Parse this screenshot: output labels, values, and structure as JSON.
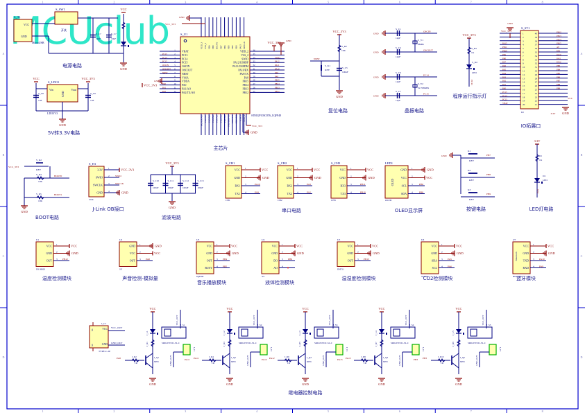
{
  "watermark": "MCUclub",
  "frame": {
    "columns": [
      "1",
      "2",
      "3",
      "4",
      "5",
      "6",
      "7",
      "8"
    ],
    "rows": [
      "A",
      "B",
      "C",
      "D"
    ]
  },
  "colors": {
    "border": "#0000cc",
    "wire": "#000080",
    "power": "#8b0000",
    "component_fill": "#ffffb0",
    "component_stroke": "#8b0000",
    "connector_green": "#00b000",
    "label": "#00007a",
    "net_label": "#8b0000"
  },
  "blocks": {
    "power": {
      "title": "电源电路",
      "t1": {
        "ref": "S_T1",
        "pins": [
          "VCC",
          "GND"
        ],
        "part": "MicroUSB"
      },
      "sw": {
        "ref": "S_SW1",
        "label": "开关"
      },
      "caps": [
        {
          "ref": "S_C?",
          "value": "10uF"
        },
        {
          "ref": "S_C?",
          "value": "10uF"
        }
      ],
      "led": {
        "ref": "S_D1"
      },
      "nets": [
        "VCC",
        "GND"
      ]
    },
    "ldo": {
      "title": "5V转3.3V电路",
      "ref": "S_LDO1",
      "pins": [
        "Vin",
        "Vout",
        "GND"
      ],
      "part": "LDO3V3",
      "caps": [
        {
          "ref": "S_C8",
          "value": "1uF"
        },
        {
          "ref": "S_C9",
          "value": "1uF"
        }
      ],
      "nets": [
        "VCC",
        "VCC_3V3",
        "GND"
      ]
    },
    "mcu": {
      "title": "主芯片",
      "ref": "S_U1",
      "part": "STM32F103C8T6_LQFP48",
      "left_pins": [
        {
          "n": "1",
          "name": "VBAT",
          "net": ""
        },
        {
          "n": "2",
          "name": "PC13",
          "net": "PC13"
        },
        {
          "n": "3",
          "name": "PC14",
          "net": "PC14"
        },
        {
          "n": "4",
          "name": "PC15",
          "net": "PC15"
        },
        {
          "n": "5",
          "name": "OSCIN",
          "net": "OSCIN"
        },
        {
          "n": "6",
          "name": "OSCOUT",
          "net": "OSCOUT"
        },
        {
          "n": "7",
          "name": "NRST",
          "net": "NRST"
        },
        {
          "n": "8",
          "name": "VSSA",
          "net": "GND"
        },
        {
          "n": "9",
          "name": "VDDA",
          "net": "VCC_3V3"
        },
        {
          "n": "10",
          "name": "PA0",
          "net": "PA0"
        },
        {
          "n": "11",
          "name": "PA1/AO",
          "net": "PA1"
        },
        {
          "n": "12",
          "name": "PA2/TX/AO",
          "net": "PA2"
        }
      ],
      "right_pins": [
        {
          "n": "36",
          "name": "VDD_2",
          "net": "VCC_3V3"
        },
        {
          "n": "35",
          "name": "VSS_2",
          "net": "GND"
        },
        {
          "n": "34",
          "name": "SWIO",
          "net": "SWIO"
        },
        {
          "n": "33",
          "name": "PA12/USBDP",
          "net": "PA12"
        },
        {
          "n": "32",
          "name": "PA11/USBDM",
          "net": "PA11"
        },
        {
          "n": "31",
          "name": "PA10/RX",
          "net": "PA10"
        },
        {
          "n": "30",
          "name": "PA9/TX",
          "net": "PA9"
        },
        {
          "n": "29",
          "name": "PA8",
          "net": "PA8"
        },
        {
          "n": "28",
          "name": "PB15",
          "net": "PB15"
        },
        {
          "n": "27",
          "name": "PB14",
          "net": "PB14"
        },
        {
          "n": "26",
          "name": "PB13",
          "net": "PB13"
        },
        {
          "n": "25",
          "name": "PB12",
          "net": "PB12"
        }
      ],
      "top_pins": [
        "VDD_3",
        "VSS_3",
        "PB9",
        "PB8",
        "BOOT0",
        "PB7",
        "PB6",
        "PB5",
        "PB4",
        "PB3",
        "PA15",
        "SWCLK"
      ],
      "bottom_pins": [
        "PA3/RX/AO",
        "PA4/AO",
        "PA5/AO",
        "PA6/AO",
        "PA7/AO",
        "PB0/AO",
        "PB1/AO",
        "PB2/BOOT1",
        "PB10/TX",
        "PB11/RX",
        "VSS_1",
        "VDD_1"
      ],
      "power_nets": [
        "GND",
        "VCC_3V3"
      ]
    },
    "reset": {
      "title": "复位电路",
      "key": {
        "ref": "S_K1",
        "value": "KEY"
      },
      "res": {
        "ref": "S_R2",
        "value": "10K"
      },
      "cap": {
        "ref": "S_C5",
        "value": "100nF"
      },
      "nets": [
        "VCC_3V3",
        "NRST",
        "GND"
      ]
    },
    "crystal": {
      "title": "晶振电路",
      "caps": [
        {
          "ref": "S_C1",
          "value": "12pF"
        },
        {
          "ref": "S_C4",
          "value": "12pF"
        },
        {
          "ref": "S_C6",
          "value": "12pF"
        },
        {
          "ref": "S_C7",
          "value": "12pF"
        }
      ],
      "crystals": [
        {
          "ref": "S_Y1",
          "value": "8MHz"
        },
        {
          "ref": "S_Y2",
          "value": "32.768KHz"
        }
      ],
      "nets": [
        "OSCIN",
        "OSCOUT",
        "PC14",
        "PC15",
        "GND"
      ]
    },
    "run_led": {
      "title": "程序运行指示灯",
      "res": {
        "ref": "S_R3",
        "value": "1K"
      },
      "led": {
        "ref": "S_D2",
        "value": "LED"
      },
      "nets": [
        "VCC_3V3",
        "PC13"
      ]
    },
    "io": {
      "title": "IO拓展口",
      "ref": "S_ST1",
      "part": "IO",
      "left_nets": [
        "VCC_3V3",
        "",
        "",
        "PA15",
        "PB11",
        "PB10",
        "PB1",
        "PB0",
        "PA7",
        "PA6",
        "PA5",
        "PA4",
        "PA3",
        "PA2",
        "PA1",
        "PA0",
        "PC15",
        "PC14",
        "PC13",
        "VBAT"
      ],
      "right_nets": [
        "PB12",
        "PB13",
        "PB14",
        "PB15",
        "A8",
        "PA9",
        "PA10",
        "PA11",
        "PA12",
        "PB3",
        "PB4",
        "PB5",
        "PB6",
        "PB7",
        "PB8",
        "PB9",
        "",
        "VCC",
        "GND",
        "3.3V"
      ],
      "power_nets": [
        "GND",
        "VCC",
        "GND",
        "3.3V"
      ]
    },
    "boot": {
      "title": "BOOT电路",
      "key": {
        "ref": "S_K2",
        "value": "KEY"
      },
      "r4": {
        "ref": "S_R4",
        "value": "10K"
      },
      "r5": {
        "ref": "S_R5",
        "value": "10K"
      },
      "nets": [
        "VCC_3V3",
        "BOOT0",
        "BOOT1",
        "GND"
      ]
    },
    "jlink": {
      "title": "J-Link OB接口",
      "ref": "S_H1",
      "part": "Link",
      "pins": [
        {
          "n": "1",
          "name": "3.3V",
          "net": "VCC_3V3"
        },
        {
          "n": "2",
          "name": "SWIO",
          "net": "SWIO"
        },
        {
          "n": "3",
          "name": "SWCLK",
          "net": "SWCLK"
        },
        {
          "n": "4",
          "name": "GND",
          "net": "GND"
        }
      ]
    },
    "filter": {
      "title": "滤波电路",
      "caps": [
        {
          "ref": "S_C10",
          "value": "100nF"
        },
        {
          "ref": "S_C11",
          "value": "100nF"
        },
        {
          "ref": "S_C12",
          "value": "100nF"
        },
        {
          "ref": "S_C13",
          "value": "100nF"
        }
      ],
      "nets": [
        "VCC_3V3",
        "GND"
      ]
    },
    "serial": {
      "title": "串口电路",
      "ports": [
        {
          "ref": "S_CH1",
          "part": "CH1",
          "pins": [
            {
              "n": "1",
              "name": "VCC",
              "net": "VCC"
            },
            {
              "n": "2",
              "name": "GND",
              "net": "GND"
            },
            {
              "n": "3",
              "name": "RX1",
              "net": "PA10"
            },
            {
              "n": "4",
              "name": "TX1",
              "net": "PA9"
            }
          ]
        },
        {
          "ref": "S_CH2",
          "part": "CH2",
          "pins": [
            {
              "n": "1",
              "name": "VCC",
              "net": "VCC"
            },
            {
              "n": "2",
              "name": "GND",
              "net": "GND"
            },
            {
              "n": "3",
              "name": "RX2",
              "net": "PA3"
            },
            {
              "n": "4",
              "name": "TX2",
              "net": "PA2"
            }
          ]
        },
        {
          "ref": "S_CH3",
          "part": "CH3",
          "pins": [
            {
              "n": "1",
              "name": "VCC",
              "net": "VCC"
            },
            {
              "n": "2",
              "name": "GND",
              "net": "GND"
            },
            {
              "n": "3",
              "name": "RX3",
              "net": "PB11"
            },
            {
              "n": "4",
              "name": "TX3",
              "net": "PB10"
            }
          ]
        }
      ]
    },
    "oled": {
      "title": "OLED显示屏",
      "ref": "LED1",
      "part": "OLED",
      "inner": "OLED",
      "pins": [
        {
          "n": "1",
          "name": "GND",
          "net": "GND"
        },
        {
          "n": "2",
          "name": "VCC",
          "net": "VCC"
        },
        {
          "n": "3",
          "name": "SCL",
          "net": "PB6"
        },
        {
          "n": "4",
          "name": "SDA",
          "net": "PB8"
        }
      ]
    },
    "keys": {
      "title": "按键电路",
      "keys": [
        {
          "ref": "K1",
          "value": "KEY",
          "net": "PB7"
        },
        {
          "ref": "K2",
          "value": "KEY",
          "net": "PB8"
        },
        {
          "ref": "K3",
          "value": "KEY",
          "net": "PB9"
        }
      ],
      "gnd": "GND"
    },
    "led_light": {
      "title": "LED灯电路",
      "res": {
        "ref": "R1",
        "value": "1K"
      },
      "led": {
        "ref": "D1",
        "value": "LED"
      },
      "nets": [
        "3.3V",
        "PA4"
      ]
    },
    "modules": [
      {
        "title": "温度检测模块",
        "ref": "U1",
        "part": "DS18B20",
        "pins": [
          {
            "n": "1",
            "name": "VCC",
            "net": "VCC"
          },
          {
            "n": "2",
            "name": "GND",
            "net": "GND"
          },
          {
            "n": "3",
            "name": "OUT",
            "net": "PB12"
          }
        ]
      },
      {
        "title": "声音检测-模拟量",
        "ref": "U2",
        "part": "SY",
        "pins": [
          {
            "n": "1",
            "name": "GND",
            "net": "GND"
          },
          {
            "n": "2",
            "name": "VCC",
            "net": "VCC"
          },
          {
            "n": "3",
            "name": "OUT",
            "net": "PA8"
          }
        ]
      },
      {
        "title": "音乐播放模块",
        "ref": "U3",
        "part": "JQ6500",
        "pins": [
          {
            "n": "1",
            "name": "VCC",
            "net": "VCC"
          },
          {
            "n": "2",
            "name": "GND",
            "net": "GND"
          },
          {
            "n": "3",
            "name": "OUT",
            "net": "PB4"
          },
          {
            "n": "4",
            "name": "BUSY",
            "net": "PB5"
          }
        ]
      },
      {
        "title": "液体检测模块",
        "ref": "U4",
        "part": "YS",
        "pins": [
          {
            "n": "1",
            "name": "VCC",
            "net": "VCC"
          },
          {
            "n": "2",
            "name": "GND",
            "net": "GND"
          },
          {
            "n": "3",
            "name": "DO",
            "net": "PB6"
          },
          {
            "n": "4",
            "name": "AO",
            "net": ""
          }
        ]
      },
      {
        "title": "温湿度检测模块",
        "ref": "U5",
        "part": "DHT11",
        "pins": [
          {
            "n": "1",
            "name": "VCC",
            "net": "VCC"
          },
          {
            "n": "2",
            "name": "GND",
            "net": "GND"
          },
          {
            "n": "3",
            "name": "OUT",
            "net": "PB13"
          }
        ]
      },
      {
        "title": "CO2检测模块",
        "ref": "U6",
        "part": "SGP30",
        "pins": [
          {
            "n": "1",
            "name": "VCC",
            "net": "VCC"
          },
          {
            "n": "2",
            "name": "GND",
            "net": "GND"
          },
          {
            "n": "3",
            "name": "SDA",
            "net": "PA5"
          },
          {
            "n": "4",
            "name": "SCL",
            "net": "PA6"
          }
        ]
      },
      {
        "title": "蓝牙模块",
        "ref": "U7",
        "part": "Bluetooth",
        "inner": "Bluetooth",
        "pins": [
          {
            "n": "1",
            "name": "VCC",
            "net": "VCC"
          },
          {
            "n": "2",
            "name": "GND",
            "net": "GND"
          },
          {
            "n": "3",
            "name": "TXD",
            "net": "PA10"
          },
          {
            "n": "4",
            "name": "RXD",
            "net": "PA9"
          }
        ]
      }
    ],
    "typec": {
      "ref": "J_C1",
      "part": "TYPE-C-2P",
      "pins": [
        "VCC",
        "GND"
      ],
      "nc": [
        "NC",
        "NC"
      ],
      "nets": [
        "VCC_OUT",
        "GND_OUT"
      ]
    },
    "relays": {
      "title": "继电器控制电路",
      "channels": [
        {
          "led": "J_L1",
          "res_led": "J_R1",
          "relay": "J_S1",
          "relay_part": "SRD-05VDC-SL-C",
          "conn": "J_T1",
          "res_base": "J_R2",
          "res_value": "1K",
          "q": "J_Q1",
          "q_type": "NPN",
          "in": "PA8",
          "out_net": "PA11"
        },
        {
          "led": "J_L2",
          "res_led": "J_R3",
          "relay": "J_S2",
          "relay_part": "SRD-05VDC-SL-C",
          "conn": "J_T2",
          "res_base": "J_R4",
          "res_value": "1K",
          "q": "J_Q2",
          "q_type": "NPN",
          "in": "PA11",
          "out_net": "PA12"
        },
        {
          "led": "J_L3",
          "res_led": "J_R5",
          "relay": "J_S3",
          "relay_part": "SRD-05VDC-SL-C",
          "conn": "J_T3",
          "res_base": "J_R6",
          "res_value": "1K",
          "q": "J_Q3",
          "q_type": "NPN",
          "in": "PA12",
          "out_net": "PA15"
        },
        {
          "led": "J_L4",
          "res_led": "J_R7",
          "relay": "J_S4",
          "relay_part": "SRD-05VDC-SL-C",
          "conn": "J_T4",
          "res_base": "J_R8",
          "res_value": "1K",
          "q": "J_Q4",
          "q_type": "NPN",
          "in": "PA15",
          "out_net": "PB3"
        },
        {
          "led": "J_L5",
          "res_led": "J_R9",
          "relay": "J_S5",
          "relay_part": "SRD-05VDC-SL-C",
          "conn": "J_T5",
          "res_base": "J_R10",
          "res_value": "1K",
          "q": "J_Q5",
          "q_type": "NPN",
          "in": "PB3",
          "out_net": ""
        }
      ],
      "nets": [
        "VCC",
        "GND",
        "VCC_OUT",
        "GND_OUT"
      ]
    }
  }
}
